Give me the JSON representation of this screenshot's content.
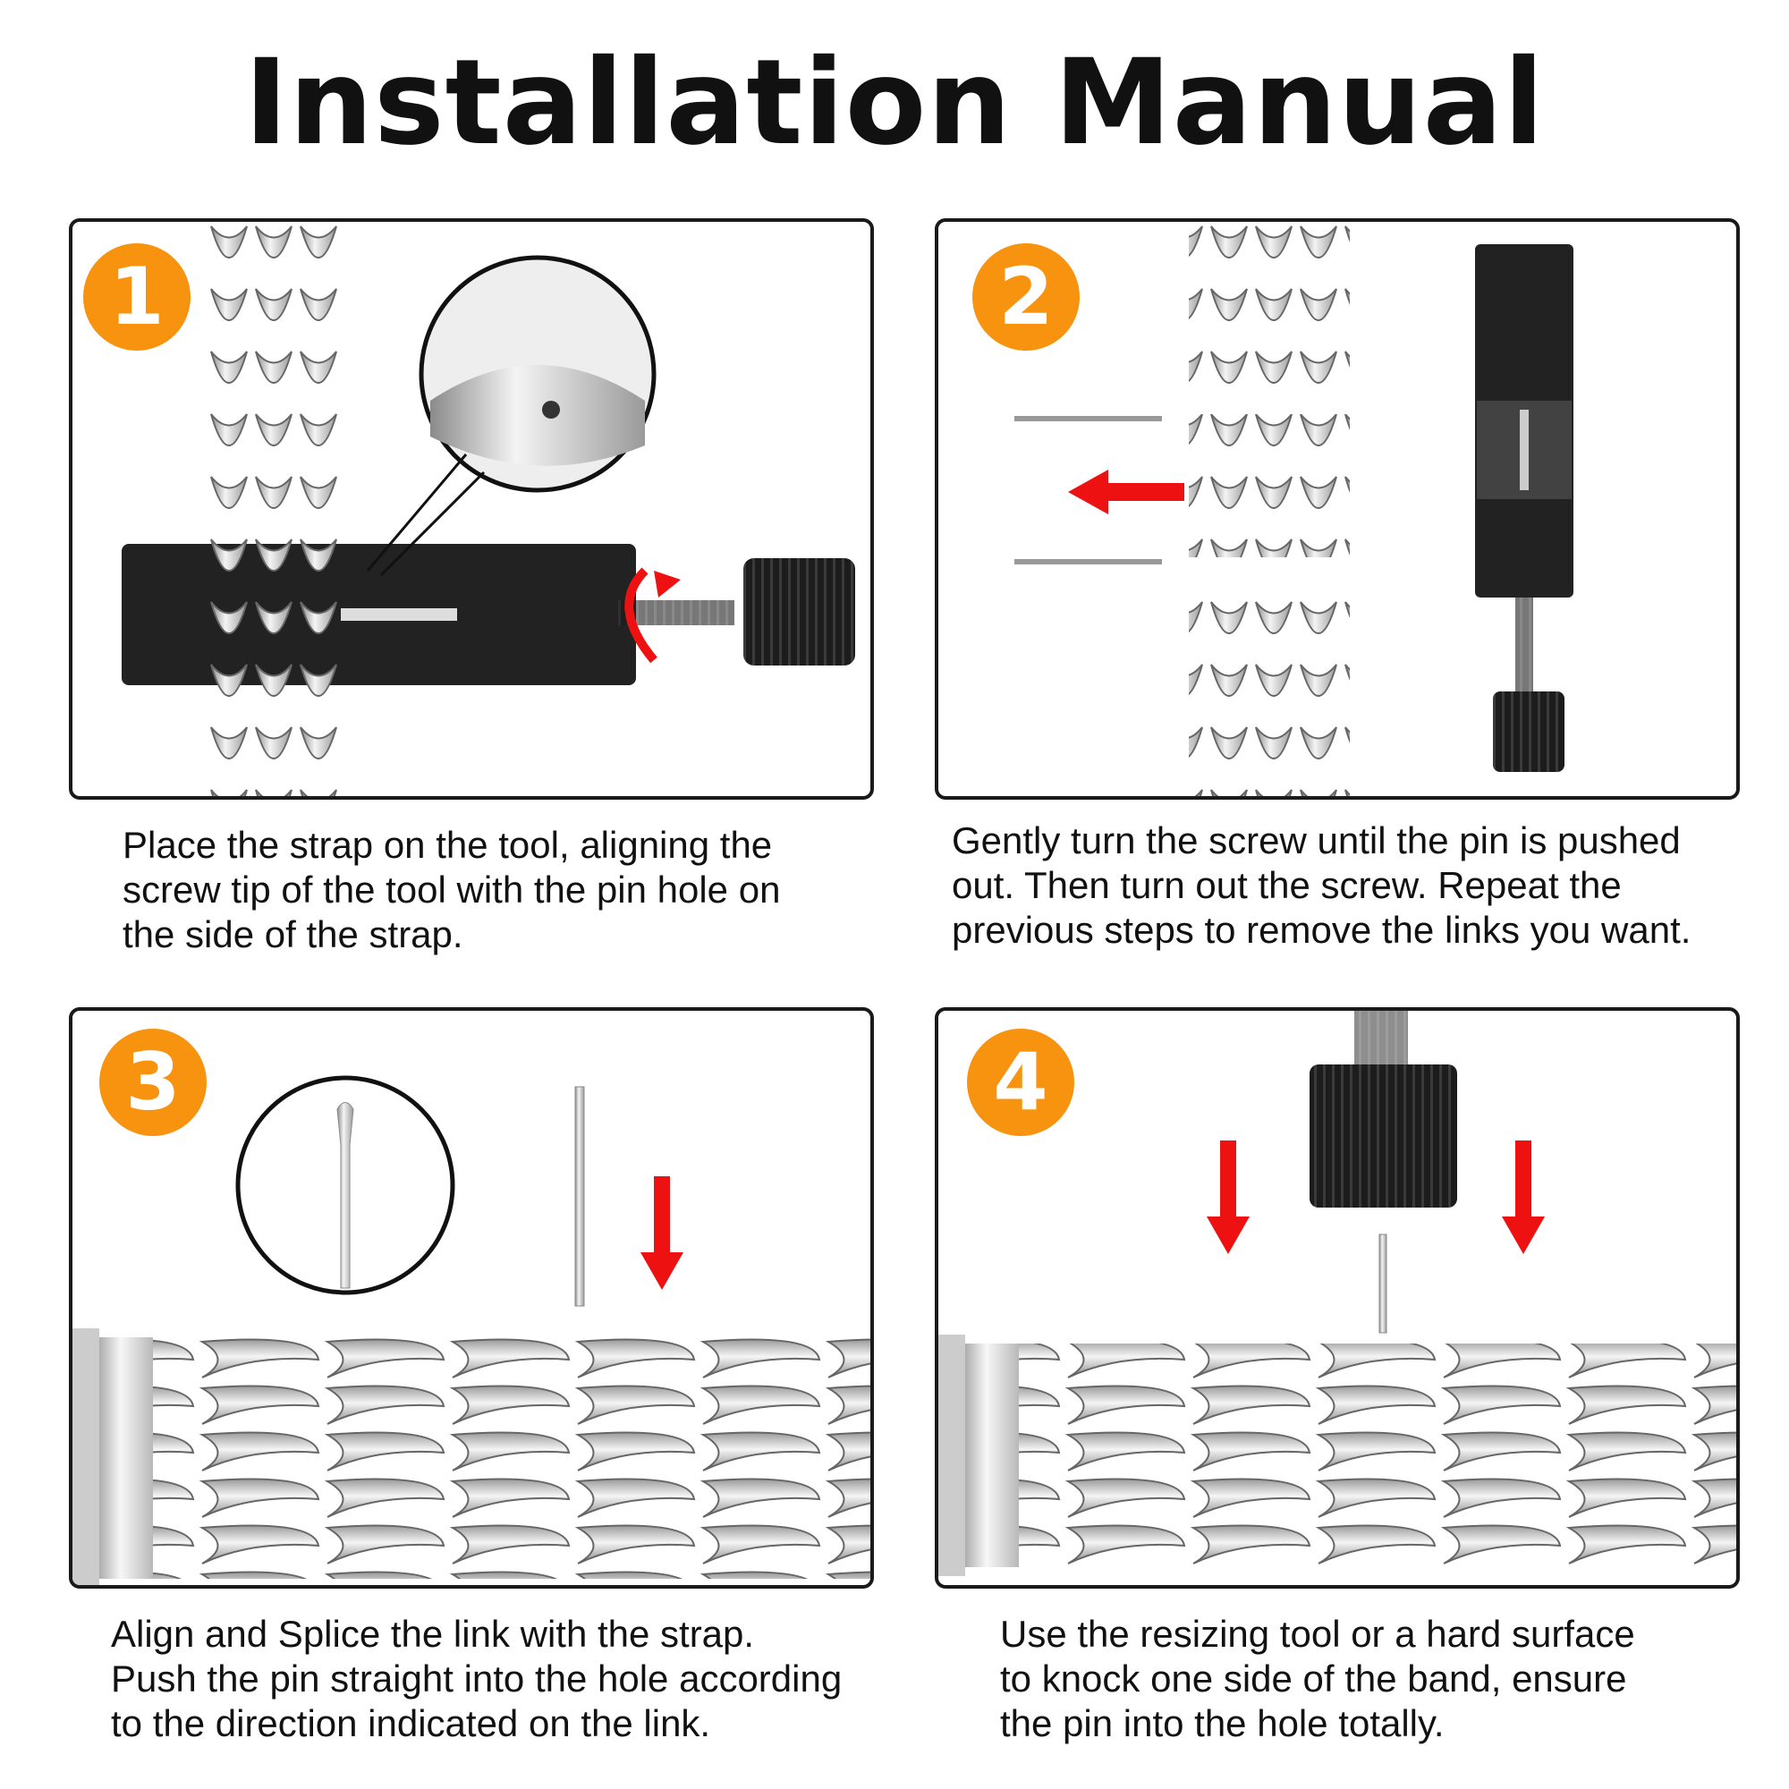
{
  "title": "Installation Manual",
  "colors": {
    "badge": "#f7930f",
    "arrow": "#ee1111",
    "tool": "#222222",
    "metal": "#c9c9c9"
  },
  "steps": [
    {
      "number": "1",
      "lines": [
        "Place the strap on the tool, aligning the",
        "screw tip of the tool with the pin hole on",
        "the side of the strap."
      ]
    },
    {
      "number": "2",
      "lines": [
        "Gently turn the screw until the pin is pushed",
        "out. Then turn out the screw. Repeat the",
        "previous steps to remove the links you want."
      ]
    },
    {
      "number": "3",
      "lines": [
        "Align and Splice the link with the strap.",
        "Push the pin straight into the hole according",
        "to the direction indicated on the link."
      ]
    },
    {
      "number": "4",
      "lines": [
        "Use the resizing tool or a hard surface",
        "to knock one side of the band, ensure",
        "the pin into the hole totally."
      ]
    }
  ]
}
